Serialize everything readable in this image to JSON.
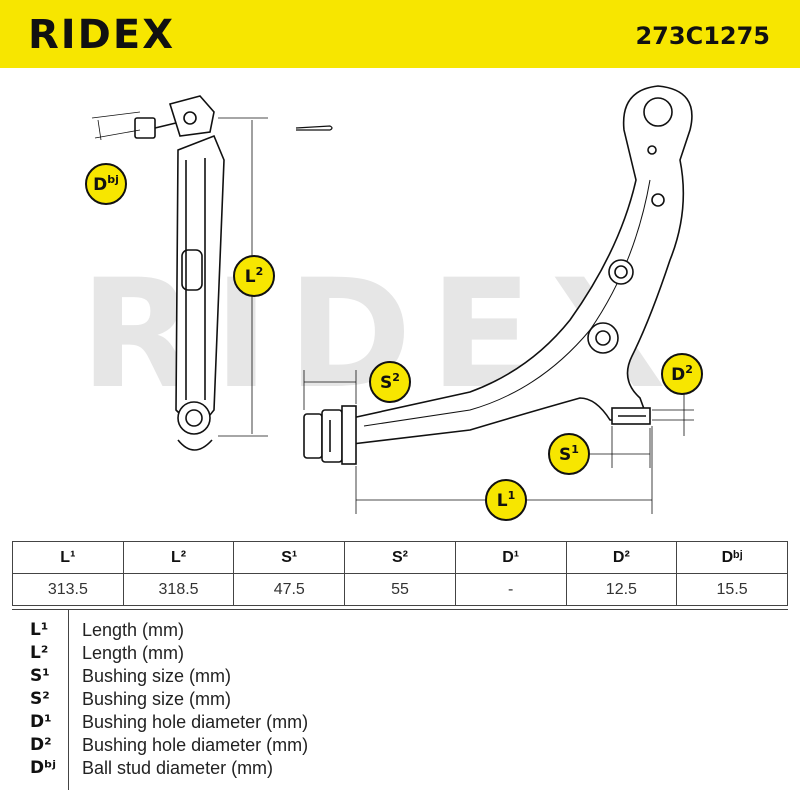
{
  "header": {
    "brand": "RIDEX",
    "part_number": "273C1275",
    "background_color": "#f7e600"
  },
  "watermark": "RIDEX",
  "dimension_badges": [
    {
      "id": "dbj",
      "label": "Dbj"
    },
    {
      "id": "l2",
      "label": "L2"
    },
    {
      "id": "s2",
      "label": "S2"
    },
    {
      "id": "d2",
      "label": "D2"
    },
    {
      "id": "s1",
      "label": "S1"
    },
    {
      "id": "l1",
      "label": "L1"
    }
  ],
  "specs_table": {
    "headers": [
      "L¹",
      "L²",
      "S¹",
      "S²",
      "D¹",
      "D²",
      "Dᵇʲ"
    ],
    "values": [
      "313.5",
      "318.5",
      "47.5",
      "55",
      "-",
      "12.5",
      "15.5"
    ]
  },
  "legend": [
    {
      "key": "L¹",
      "desc": "Length (mm)"
    },
    {
      "key": "L²",
      "desc": "Length (mm)"
    },
    {
      "key": "S¹",
      "desc": "Bushing size (mm)"
    },
    {
      "key": "S²",
      "desc": "Bushing size (mm)"
    },
    {
      "key": "D¹",
      "desc": "Bushing hole diameter (mm)"
    },
    {
      "key": "D²",
      "desc": "Bushing hole diameter (mm)"
    },
    {
      "key": "Dᵇʲ",
      "desc": "Ball stud diameter (mm)"
    }
  ]
}
